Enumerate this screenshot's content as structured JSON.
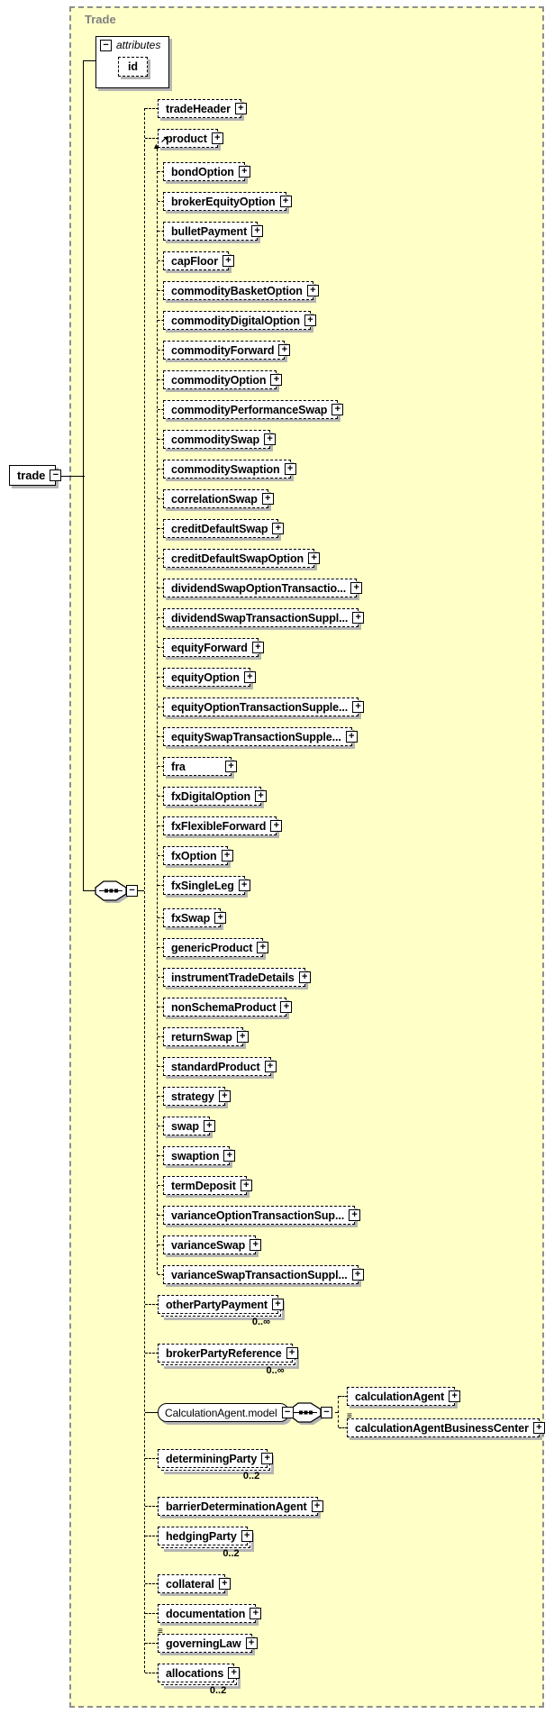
{
  "frame": {
    "title": "Trade"
  },
  "root": {
    "label": "trade"
  },
  "attributes_box": {
    "header": "attributes",
    "attributes": [
      {
        "label": "id"
      }
    ]
  },
  "children_head": [
    {
      "label": "tradeHeader"
    },
    {
      "label": "product"
    }
  ],
  "substitution_group": [
    {
      "label": "bondOption"
    },
    {
      "label": "brokerEquityOption"
    },
    {
      "label": "bulletPayment"
    },
    {
      "label": "capFloor"
    },
    {
      "label": "commodityBasketOption"
    },
    {
      "label": "commodityDigitalOption"
    },
    {
      "label": "commodityForward"
    },
    {
      "label": "commodityOption"
    },
    {
      "label": "commodityPerformanceSwap"
    },
    {
      "label": "commoditySwap"
    },
    {
      "label": "commoditySwaption"
    },
    {
      "label": "correlationSwap"
    },
    {
      "label": "creditDefaultSwap"
    },
    {
      "label": "creditDefaultSwapOption"
    },
    {
      "label": "dividendSwapOptionTransactio..."
    },
    {
      "label": "dividendSwapTransactionSuppl..."
    },
    {
      "label": "equityForward"
    },
    {
      "label": "equityOption"
    },
    {
      "label": "equityOptionTransactionSupple..."
    },
    {
      "label": "equitySwapTransactionSupple..."
    },
    {
      "label": "fra"
    },
    {
      "label": "fxDigitalOption"
    },
    {
      "label": "fxFlexibleForward"
    },
    {
      "label": "fxOption"
    },
    {
      "label": "fxSingleLeg"
    },
    {
      "label": "fxSwap"
    },
    {
      "label": "genericProduct"
    },
    {
      "label": "instrumentTradeDetails"
    },
    {
      "label": "nonSchemaProduct"
    },
    {
      "label": "returnSwap"
    },
    {
      "label": "standardProduct"
    },
    {
      "label": "strategy"
    },
    {
      "label": "swap"
    },
    {
      "label": "swaption"
    },
    {
      "label": "termDeposit"
    },
    {
      "label": "varianceOptionTransactionSup..."
    },
    {
      "label": "varianceSwap"
    },
    {
      "label": "varianceSwapTransactionSuppl..."
    }
  ],
  "children_tail": [
    {
      "label": "otherPartyPayment",
      "cardinality": "0..∞"
    },
    {
      "label": "brokerPartyReference",
      "cardinality": "0..∞"
    },
    {
      "label": "CalculationAgent.model",
      "kind": "model-group"
    },
    {
      "label": "determiningParty",
      "cardinality": "0..2"
    },
    {
      "label": "barrierDeterminationAgent"
    },
    {
      "label": "hedgingParty",
      "cardinality": "0..2"
    },
    {
      "label": "collateral"
    },
    {
      "label": "documentation"
    },
    {
      "label": "governingLaw"
    },
    {
      "label": "allocations",
      "cardinality": "0..2"
    }
  ],
  "calculation_agent_children": [
    {
      "label": "calculationAgent"
    },
    {
      "label": "calculationAgentBusinessCenter"
    }
  ],
  "icons": {
    "expand": "+",
    "collapse": "−",
    "substitution_head_arrow": "↗",
    "substitution_arrowhead": "▲",
    "substitution_member_mark": "≡"
  },
  "colors": {
    "canvas_fill": "#FFFFC8",
    "frame_border": "#8F8F8F",
    "frame_title": "#808080",
    "box_border": "#000000",
    "shadow": "#B4B4B4",
    "label_text": "#000000"
  }
}
